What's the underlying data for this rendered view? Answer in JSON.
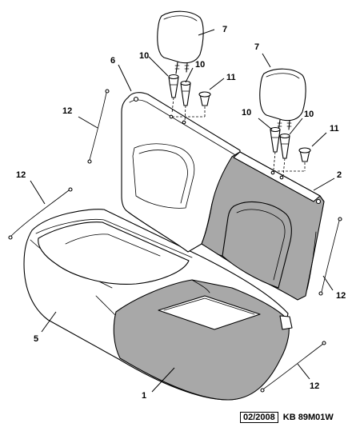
{
  "callouts": {
    "c1": "1",
    "c2": "2",
    "c5": "5",
    "c6": "6",
    "c7a": "7",
    "c7b": "7",
    "c10a": "10",
    "c10b": "10",
    "c10c": "10",
    "c10d": "10",
    "c11a": "11",
    "c11b": "11",
    "c12a": "12",
    "c12b": "12",
    "c12c": "12",
    "c12d": "12"
  },
  "reference": {
    "date": "02/2008",
    "code": "KB 89M01W"
  }
}
